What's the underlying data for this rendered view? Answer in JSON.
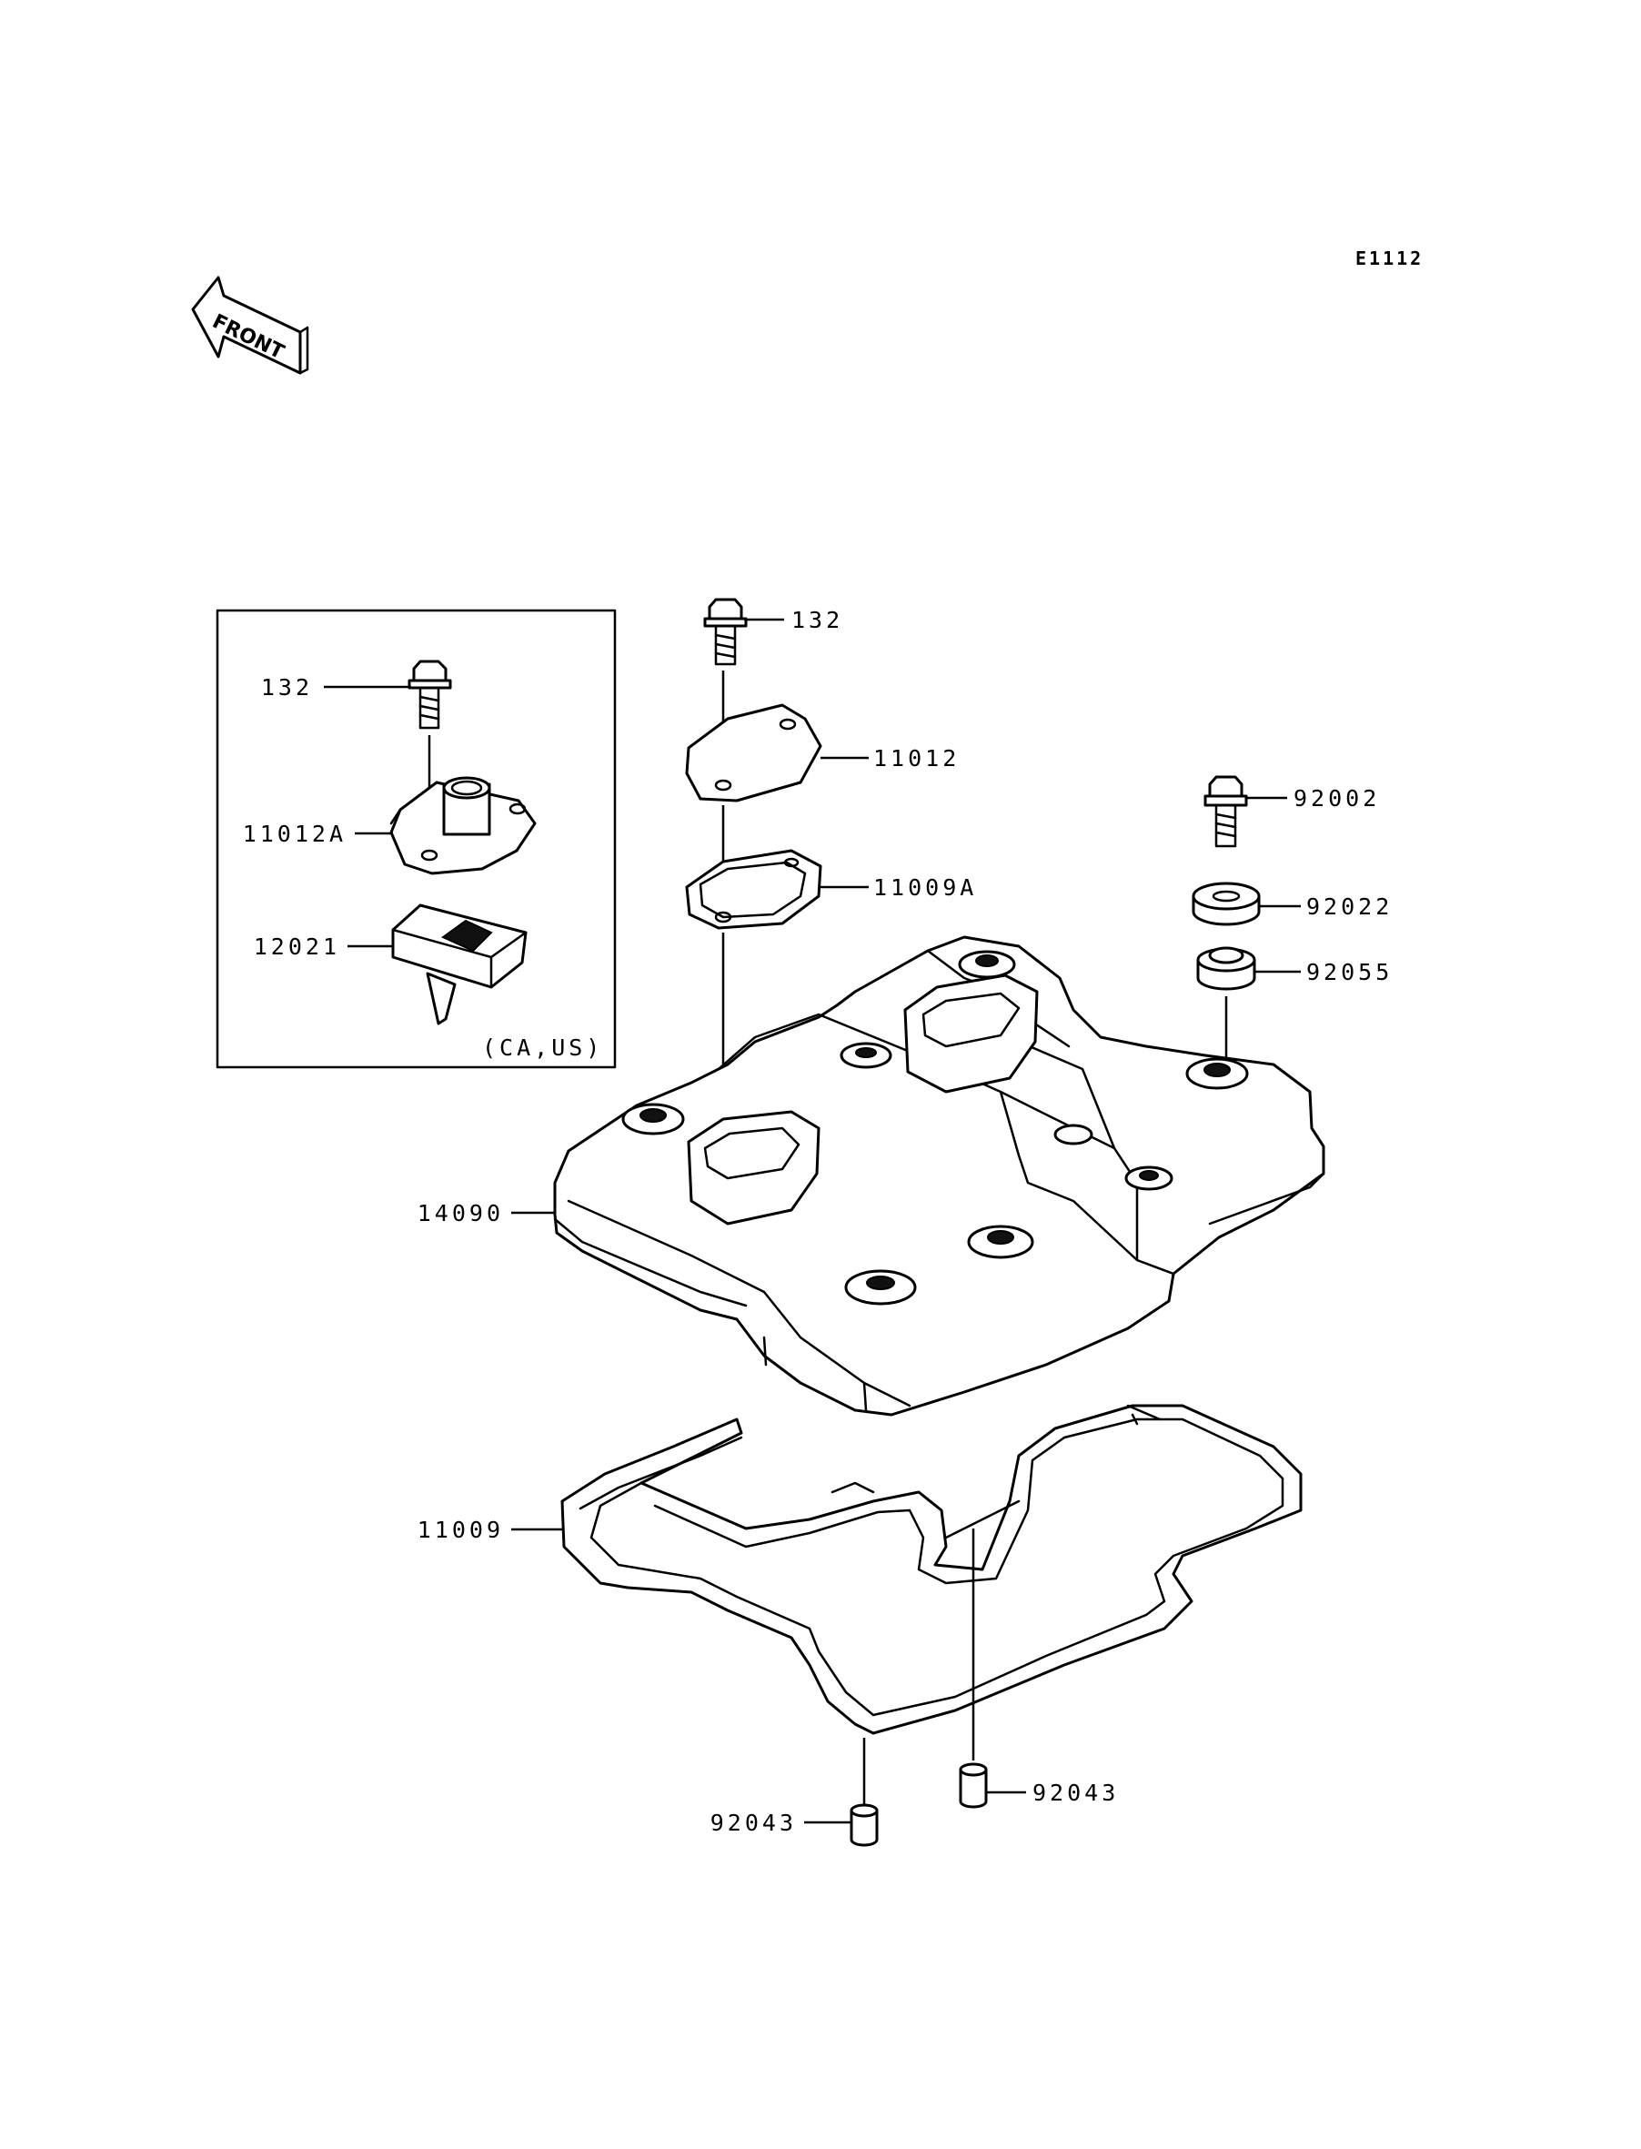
{
  "diagram_code": "E1112",
  "front_label": "FRONT",
  "inset_note": "(CA,US)",
  "labels": {
    "bolt_inset": "132",
    "cap_inset": "11012A",
    "reed_inset": "12021",
    "bolt_top": "132",
    "cap": "11012",
    "gasket_cap": "11009A",
    "bolt_right": "92002",
    "washer": "92022",
    "grommet": "92055",
    "cover": "14090",
    "gasket_cover": "11009",
    "dowel_left": "92043",
    "dowel_right": "92043"
  }
}
